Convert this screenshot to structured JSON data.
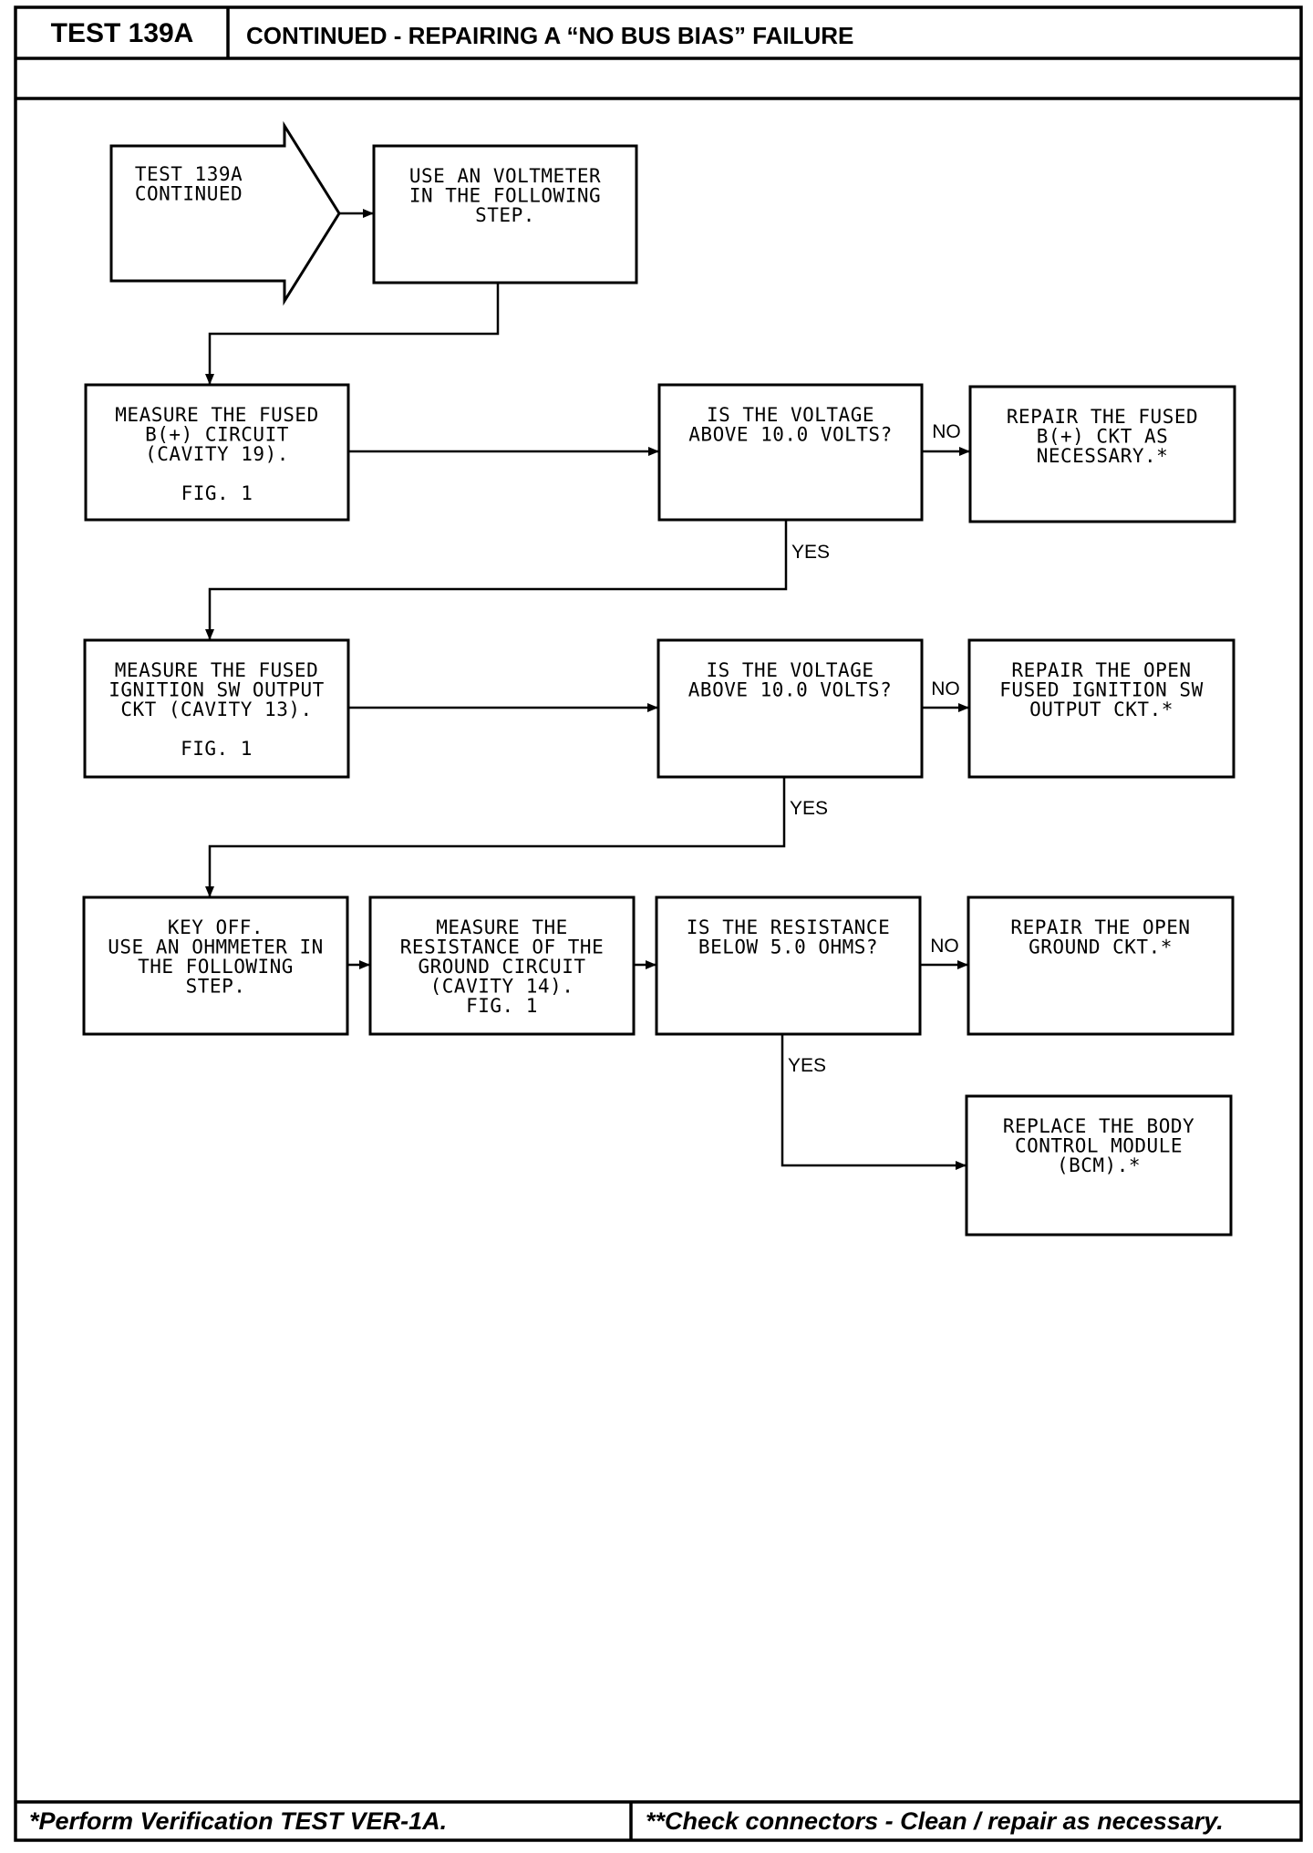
{
  "header": {
    "test_id": "TEST 139A",
    "title": "CONTINUED - REPAIRING A “NO BUS BIAS” FAILURE"
  },
  "nodes": [
    {
      "id": "n_start",
      "shape": "arrow",
      "lines": [
        "TEST 139A",
        "CONTINUED"
      ]
    },
    {
      "id": "n_voltmeter",
      "shape": "box",
      "lines": [
        "USE AN VOLTMETER",
        "IN THE FOLLOWING",
        "STEP."
      ]
    },
    {
      "id": "n_measure_b",
      "shape": "box",
      "lines": [
        "MEASURE THE FUSED",
        "B(+) CIRCUIT",
        "(CAVITY 19).",
        "",
        "FIG. 1"
      ]
    },
    {
      "id": "n_q1",
      "shape": "box",
      "lines": [
        "IS THE VOLTAGE",
        "ABOVE 10.0 VOLTS?"
      ]
    },
    {
      "id": "n_repair_b",
      "shape": "box",
      "lines": [
        "REPAIR THE FUSED",
        "B(+) CKT AS",
        "NECESSARY.*"
      ]
    },
    {
      "id": "n_measure_ign",
      "shape": "box",
      "lines": [
        "MEASURE THE FUSED",
        "IGNITION SW OUTPUT",
        "CKT (CAVITY 13).",
        "",
        "FIG. 1"
      ]
    },
    {
      "id": "n_q2",
      "shape": "box",
      "lines": [
        "IS THE VOLTAGE",
        "ABOVE 10.0 VOLTS?"
      ]
    },
    {
      "id": "n_repair_ign",
      "shape": "box",
      "lines": [
        "REPAIR THE OPEN",
        "FUSED IGNITION SW",
        "OUTPUT CKT.*"
      ]
    },
    {
      "id": "n_key_off",
      "shape": "box",
      "lines": [
        "KEY OFF.",
        "USE AN OHMMETER IN",
        "THE FOLLOWING",
        "STEP."
      ]
    },
    {
      "id": "n_measure_gnd",
      "shape": "box",
      "lines": [
        "MEASURE THE",
        "RESISTANCE OF THE",
        "GROUND CIRCUIT",
        "(CAVITY 14).",
        "FIG. 1"
      ]
    },
    {
      "id": "n_q3",
      "shape": "box",
      "lines": [
        "IS THE RESISTANCE",
        "BELOW 5.0 OHMS?"
      ]
    },
    {
      "id": "n_repair_gnd",
      "shape": "box",
      "lines": [
        "REPAIR THE OPEN",
        "GROUND CKT.*"
      ]
    },
    {
      "id": "n_replace_bcm",
      "shape": "box",
      "lines": [
        "REPLACE THE BODY",
        "CONTROL MODULE",
        "(BCM).*"
      ]
    }
  ],
  "edges": [
    {
      "from": "n_start",
      "to": "n_voltmeter",
      "label": ""
    },
    {
      "from": "n_voltmeter",
      "to": "n_measure_b",
      "label": ""
    },
    {
      "from": "n_measure_b",
      "to": "n_q1",
      "label": ""
    },
    {
      "from": "n_q1",
      "to": "n_repair_b",
      "label": "NO"
    },
    {
      "from": "n_q1",
      "to": "n_measure_ign",
      "label": "YES"
    },
    {
      "from": "n_measure_ign",
      "to": "n_q2",
      "label": ""
    },
    {
      "from": "n_q2",
      "to": "n_repair_ign",
      "label": "NO"
    },
    {
      "from": "n_q2",
      "to": "n_key_off",
      "label": "YES"
    },
    {
      "from": "n_key_off",
      "to": "n_measure_gnd",
      "label": ""
    },
    {
      "from": "n_measure_gnd",
      "to": "n_q3",
      "label": ""
    },
    {
      "from": "n_q3",
      "to": "n_repair_gnd",
      "label": "NO"
    },
    {
      "from": "n_q3",
      "to": "n_replace_bcm",
      "label": "YES"
    }
  ],
  "footer": {
    "left_note": "*Perform Verification TEST VER-1A.",
    "right_note": "**Check connectors - Clean / repair as necessary."
  }
}
